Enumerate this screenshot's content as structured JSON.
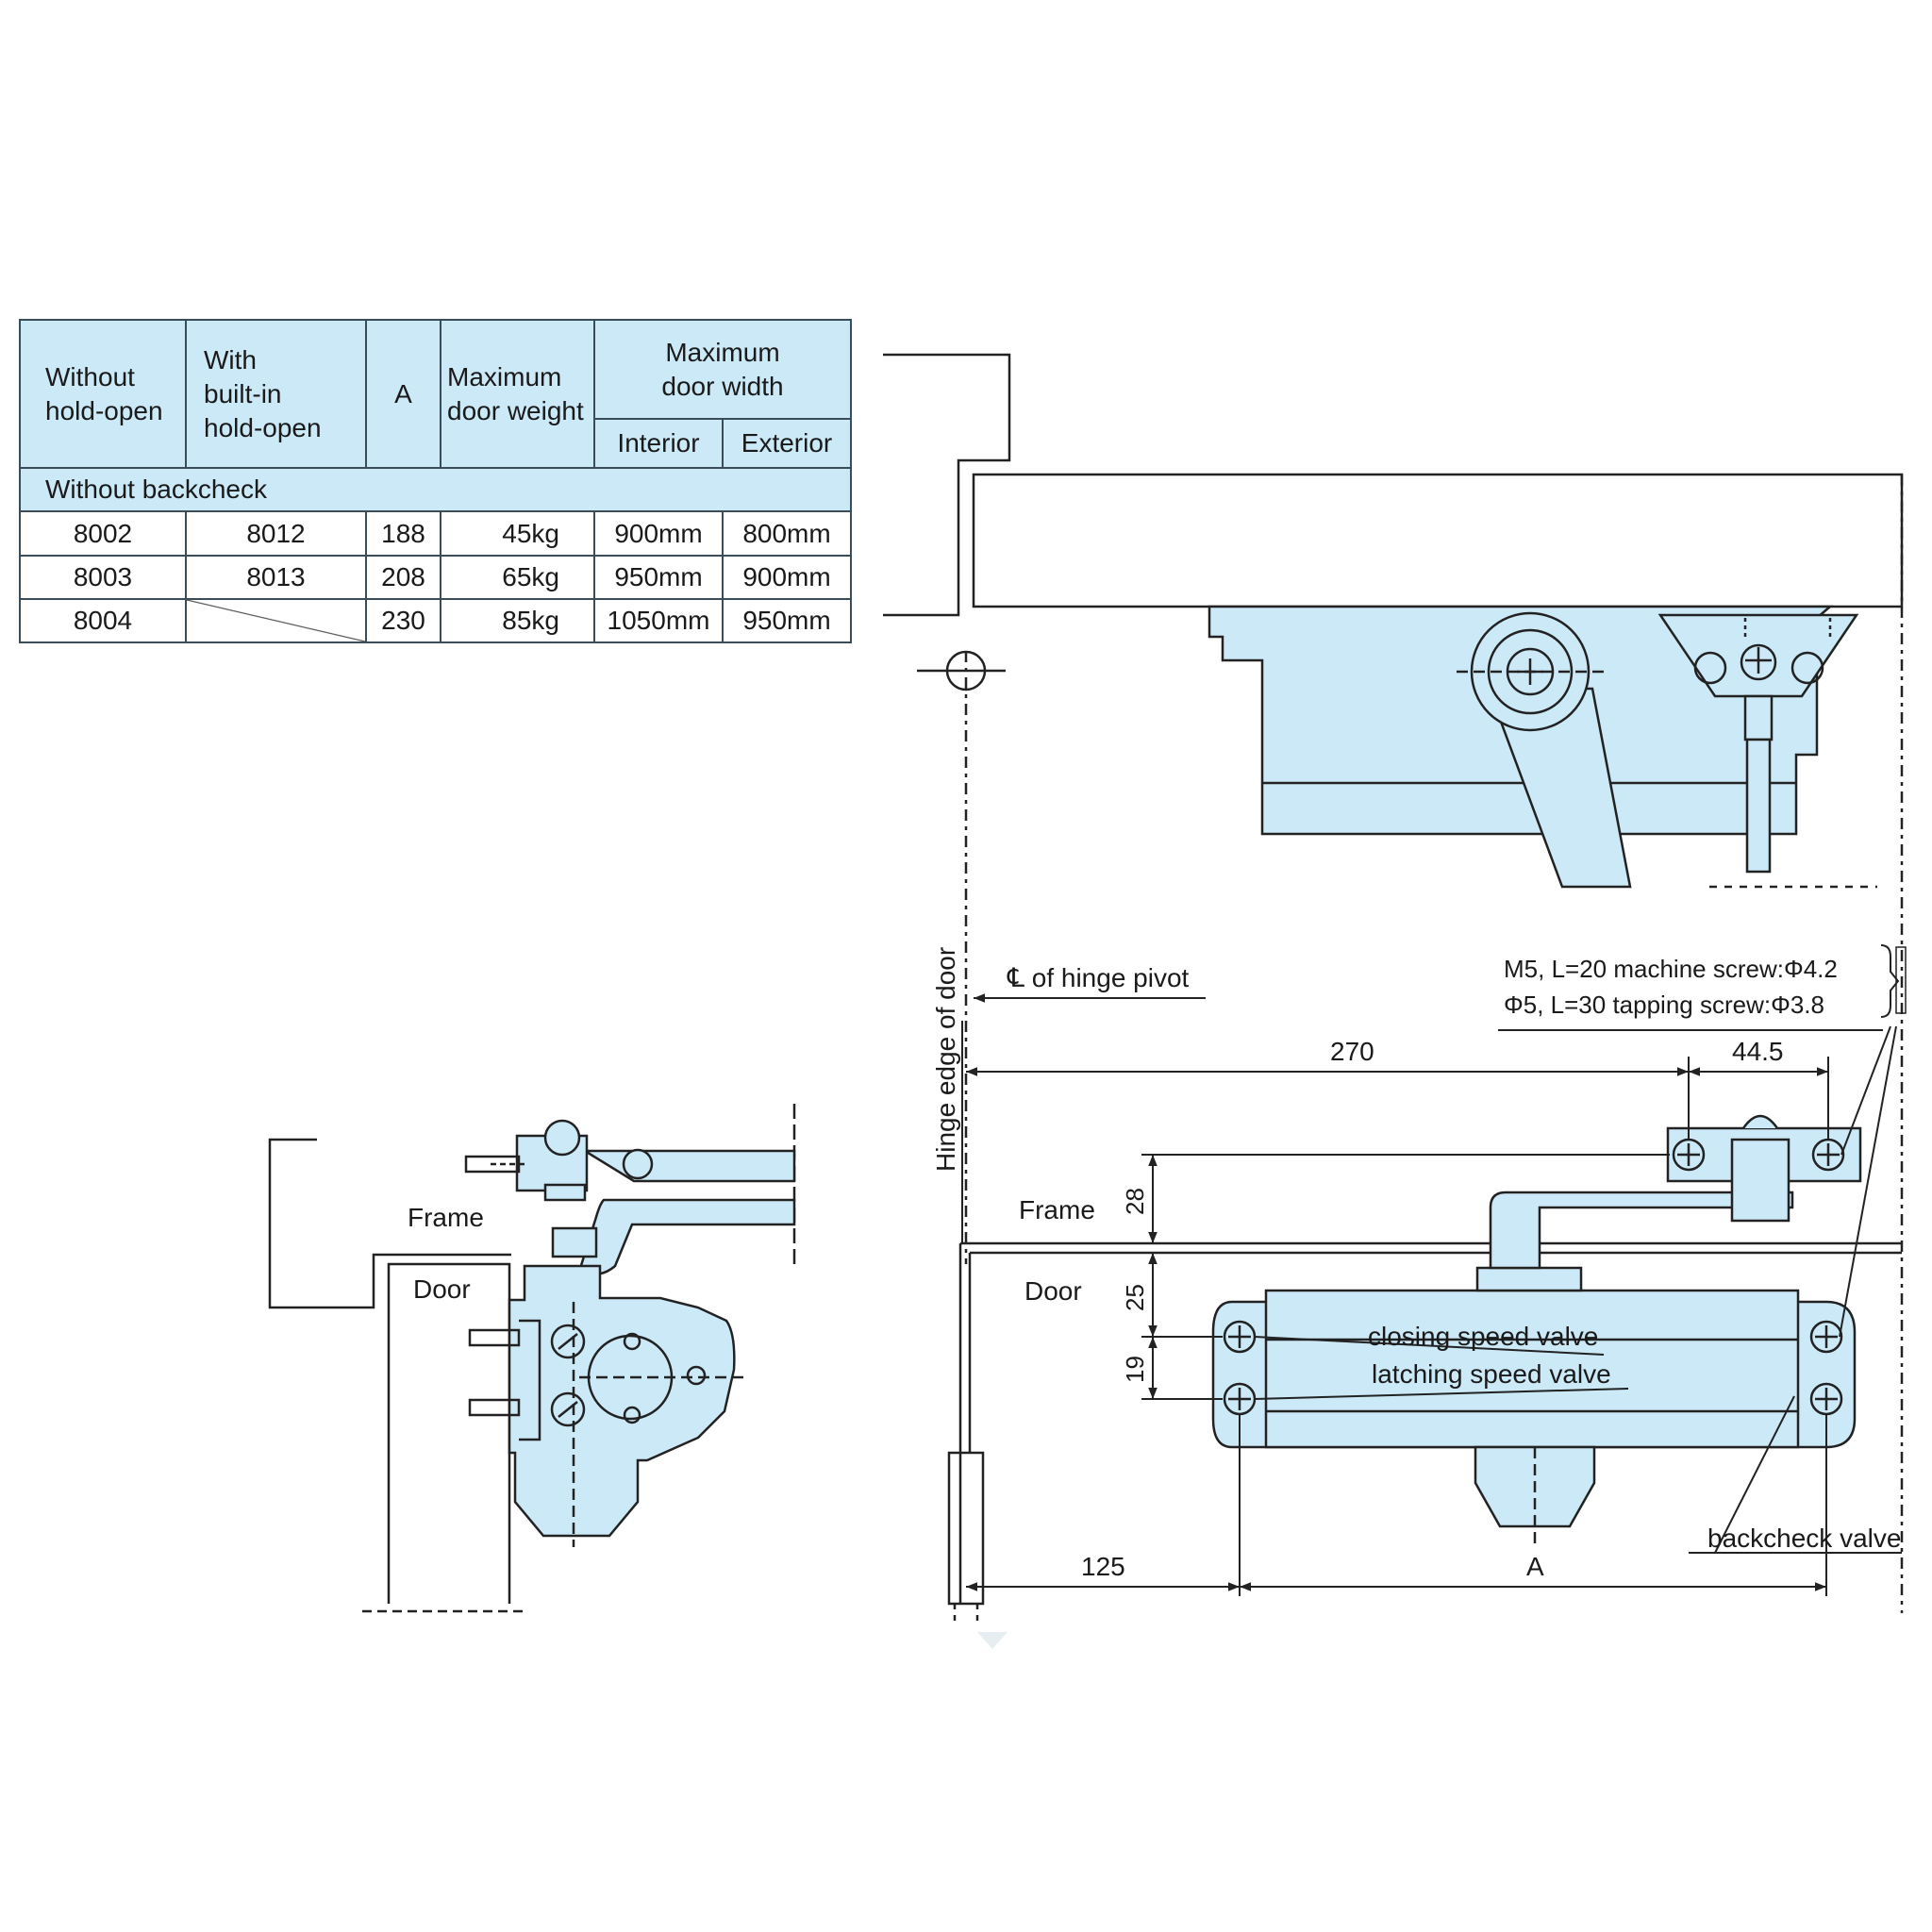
{
  "table": {
    "headers": {
      "without_line1": "Without",
      "without_line2": "hold-open",
      "with_line1": "With",
      "with_line2": "built-in",
      "with_line3": "hold-open",
      "a": "A",
      "weight_line1": "Maximum",
      "weight_line2": "door weight",
      "width_line1": "Maximum",
      "width_line2": "door width",
      "interior": "Interior",
      "exterior": "Exterior"
    },
    "group_label": "Without backcheck",
    "rows": [
      {
        "without": "8002",
        "with": "8012",
        "a": "188",
        "weight": "45kg",
        "interior": "900mm",
        "exterior": "800mm"
      },
      {
        "without": "8003",
        "with": "8013",
        "a": "208",
        "weight": "65kg",
        "interior": "950mm",
        "exterior": "900mm"
      },
      {
        "without": "8004",
        "with": "",
        "a": "230",
        "weight": "85kg",
        "interior": "1050mm",
        "exterior": "950mm"
      }
    ]
  },
  "labels": {
    "frame": "Frame",
    "door": "Door",
    "hinge_edge": "Hinge edge of door",
    "hinge_pivot": "℄ of hinge pivot",
    "screw_1": "M5, L=20 machine screw:Φ4.2",
    "screw_2": "Φ5, L=30 tapping screw:Φ3.8",
    "closing_valve": "closing speed valve",
    "latching_valve": "latching speed valve",
    "backcheck_valve": "backcheck valve"
  },
  "dimensions": {
    "d270": "270",
    "d44_5": "44.5",
    "d28": "28",
    "d25": "25",
    "d19": "19",
    "d125": "125",
    "dA": "A"
  },
  "colors": {
    "fill": "#cce9f8",
    "line": "#222222"
  }
}
